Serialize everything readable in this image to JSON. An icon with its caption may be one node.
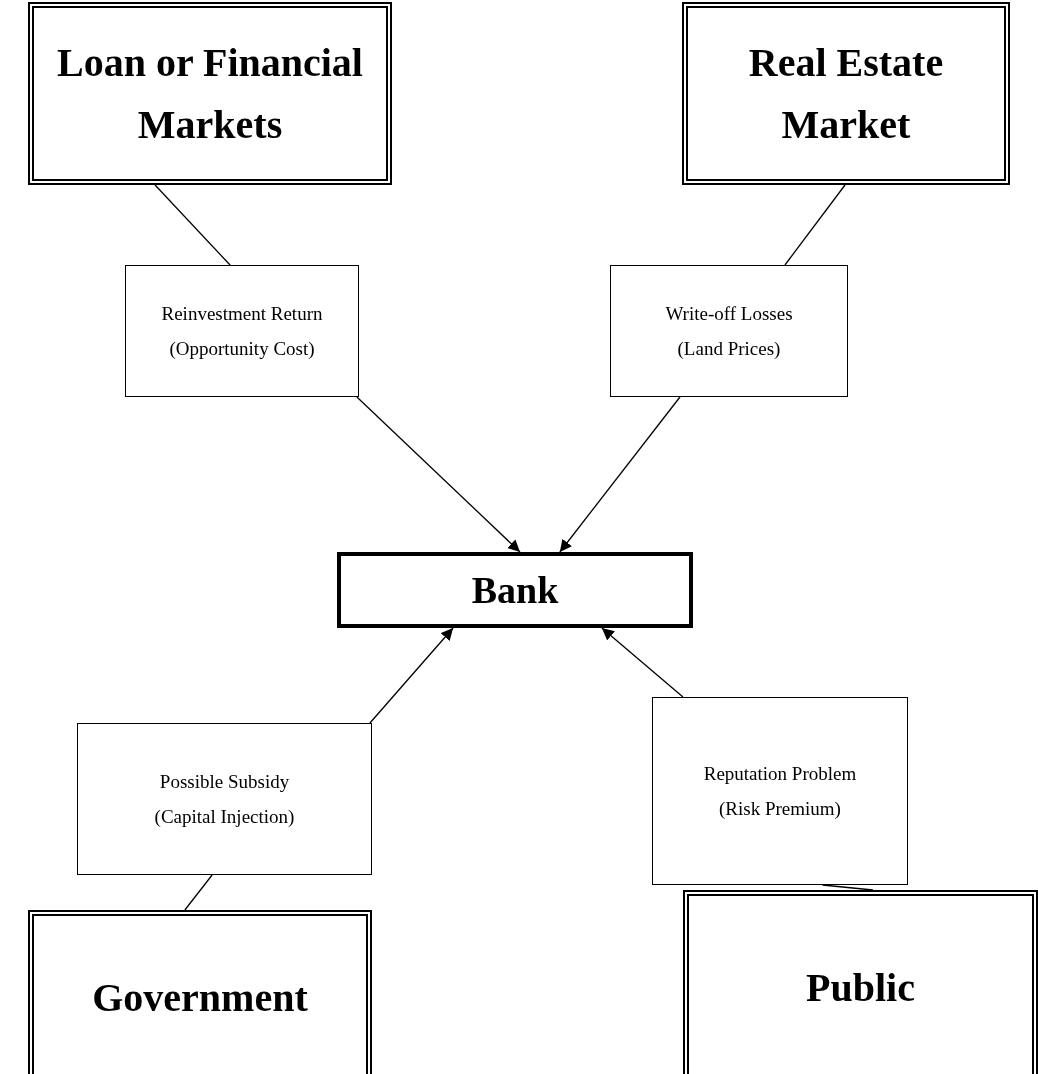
{
  "diagram": {
    "nodes": [
      {
        "text": [
          "Loan or Financial Markets"
        ]
      },
      {
        "text": [
          "Real Estate Market"
        ]
      },
      {
        "text": [
          "Reinvestment Return",
          "(Opportunity Cost)"
        ]
      },
      {
        "text": [
          "Write-off Losses",
          "(Land Prices)"
        ]
      },
      {
        "text": [
          "Bank"
        ]
      },
      {
        "text": [
          "Possible Subsidy",
          "(Capital Injection)"
        ]
      },
      {
        "text": [
          "Reputation Problem",
          "(Risk Premium)"
        ]
      },
      {
        "text": [
          "Government"
        ]
      },
      {
        "text": [
          "Public"
        ]
      }
    ],
    "edges": [
      {
        "from": 0,
        "to": 2,
        "arrow": "none"
      },
      {
        "from": 1,
        "to": 3,
        "arrow": "none"
      },
      {
        "from": 2,
        "to": 4,
        "arrow": "to"
      },
      {
        "from": 3,
        "to": 4,
        "arrow": "to"
      },
      {
        "from": 5,
        "to": 4,
        "arrow": "to"
      },
      {
        "from": 6,
        "to": 4,
        "arrow": "to"
      },
      {
        "from": 7,
        "to": 5,
        "arrow": "none"
      },
      {
        "from": 8,
        "to": 6,
        "arrow": "none"
      }
    ]
  }
}
